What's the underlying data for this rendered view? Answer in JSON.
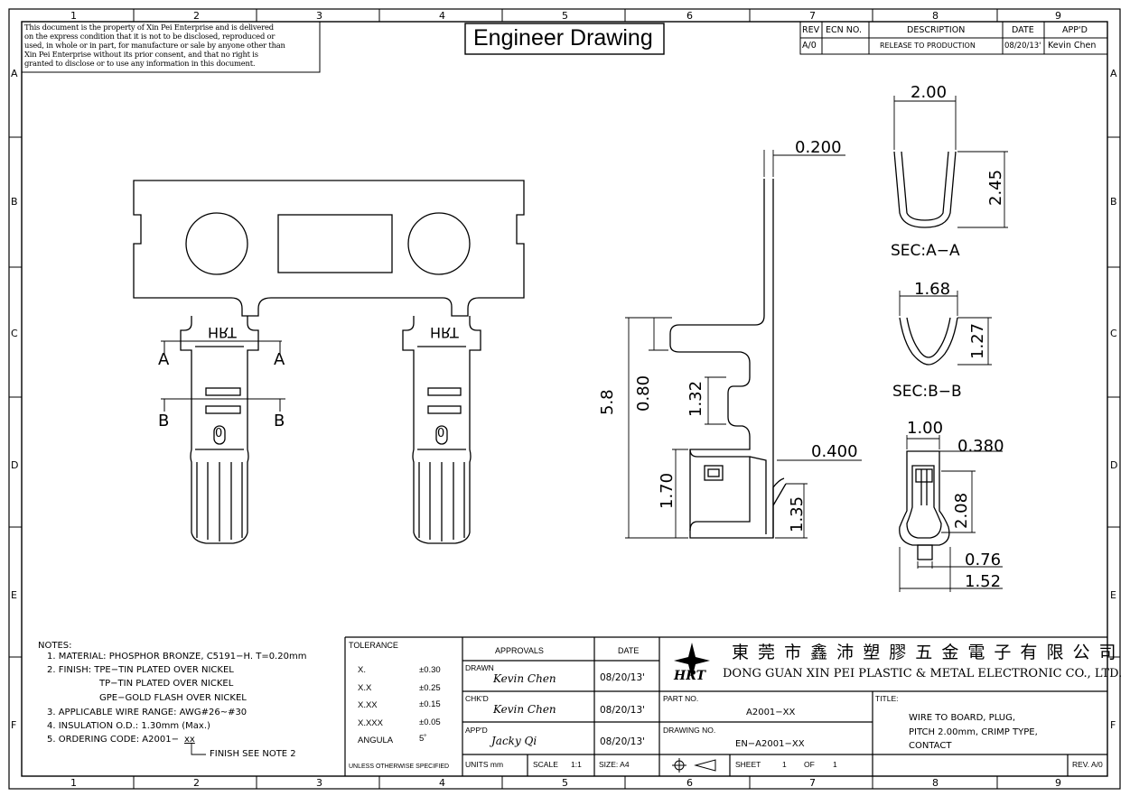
{
  "disclaimer": [
    "This document is the property of Xin Pei Enterprise and is delivered",
    "on the express condition that it is not to be disclosed, reproduced or",
    "used, in whole or in part, for manufacture or sale by anyone other than",
    "Xin Pei Enterprise without its prior consent, and that no right is",
    "granted to disclose or to use any information in this document."
  ],
  "sheet_title": "Engineer Drawing",
  "grid": {
    "columns": [
      "1",
      "2",
      "3",
      "4",
      "5",
      "6",
      "7",
      "8",
      "9"
    ],
    "rows": [
      "A",
      "B",
      "C",
      "D",
      "E",
      "F"
    ]
  },
  "revision": {
    "headers": {
      "rev": "REV",
      "ecn": "ECN NO.",
      "desc": "DESCRIPTION",
      "date": "DATE",
      "appd": "APP'D"
    },
    "row": {
      "rev": "A/0",
      "ecn": "",
      "desc": "RELEASE TO PRODUCTION",
      "date": "08/20/13'",
      "appd": "Kevin Chen"
    }
  },
  "views": {
    "front_markings": {
      "brand_left": "HRT",
      "brand_right": "HRT",
      "section_a": "A",
      "section_b": "B",
      "hole_mark": "0"
    },
    "side_dims": {
      "d0200": "0.200",
      "d0400": "0.400",
      "d58": "5.8",
      "d080": "0.80",
      "d132": "1.32",
      "d170": "1.70",
      "d135": "1.35"
    },
    "sec_aa": {
      "label": "SEC:A−A",
      "w": "2.00",
      "h": "2.45"
    },
    "sec_bb": {
      "label": "SEC:B−B",
      "w": "1.68",
      "h": "1.27"
    },
    "detail": {
      "d100": "1.00",
      "d0380": "0.380",
      "d208": "2.08",
      "d076": "0.76",
      "d152": "1.52"
    }
  },
  "notes": {
    "heading": "NOTES:",
    "lines": [
      "1. MATERIAL: PHOSPHOR BRONZE, C5191−H. T=0.20mm",
      "2. FINISH: TPE−TIN PLATED OVER NICKEL",
      "TP−TIN PLATED OVER NICKEL",
      "GPE−GOLD FLASH OVER NICKEL",
      "3. APPLICABLE WIRE RANGE: AWG#26~#30",
      "4. INSULATION O.D.: 1.30mm (Max.)",
      "5. ORDERING CODE: A2001−"
    ],
    "code_suffix": "xx",
    "finish_ref": "FINISH SEE NOTE 2"
  },
  "tolerance": {
    "heading": "TOLERANCE",
    "rows": [
      {
        "k": "X.",
        "v": "±0.30"
      },
      {
        "k": "X.X",
        "v": "±0.25"
      },
      {
        "k": "X.XX",
        "v": "±0.15"
      },
      {
        "k": "X.XXX",
        "v": "±0.05"
      },
      {
        "k": "ANGULA",
        "v": "5˚"
      }
    ],
    "footer": "UNLESS OTHERWISE SPECIFIED"
  },
  "approvals": {
    "heading": "APPROVALS",
    "date_heading": "DATE",
    "rows": [
      {
        "role": "DRAWN",
        "name": "Kevin Chen",
        "date": "08/20/13'"
      },
      {
        "role": "CHK'D",
        "name": "Kevin Chen",
        "date": "08/20/13'"
      },
      {
        "role": "APP'D",
        "name": "Jacky Qi",
        "date": "08/20/13'"
      }
    ],
    "units_label": "UNITS mm",
    "scale_label": "SCALE",
    "scale_value": "1:1",
    "size_label": "SIZE: A4"
  },
  "company": {
    "logo_text": "HRT",
    "name_cn": "東 莞 市 鑫 沛 塑 膠 五 金 電 子 有 限 公 司",
    "name_en": "DONG GUAN XIN PEI PLASTIC & METAL ELECTRONIC CO., LTD."
  },
  "part": {
    "part_no_label": "PART NO.",
    "part_no": "A2001−XX",
    "drawing_no_label": "DRAWING NO.",
    "drawing_no": "EN−A2001−XX",
    "sheet_label": "SHEET",
    "sheet_num": "1",
    "of_label": "OF",
    "sheet_total": "1",
    "title_label": "TITLE:",
    "title_lines": [
      "WIRE TO BOARD, PLUG,",
      "PITCH 2.00mm, CRIMP TYPE,",
      "CONTACT"
    ],
    "rev": "REV. A/0"
  }
}
